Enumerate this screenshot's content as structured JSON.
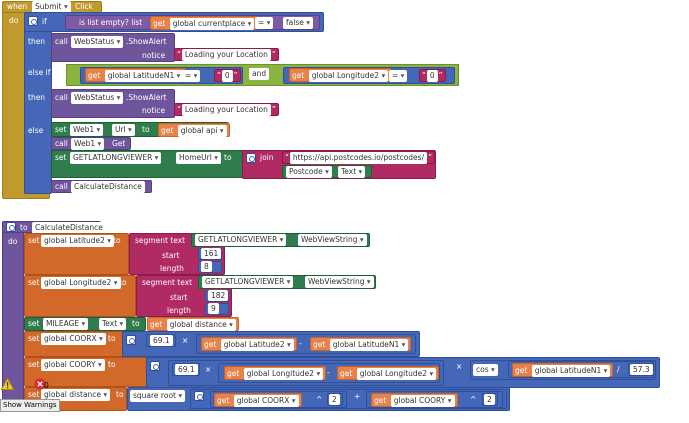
{
  "w": {
    "when": "when",
    "submit": "Submit",
    "click": "Click",
    "do": "do",
    "if": "if",
    "listempty": "is list empty?  list",
    "get": "get",
    "currentplace": "global currentplace",
    "eq": "=",
    "false": "false",
    "then": "then",
    "call": "call",
    "webstatus": "WebStatus",
    "showalert": ".ShowAlert",
    "notice": "notice",
    "loading": "Loading your Location",
    "elseif": "else if",
    "latn1": "global LatitudeN1",
    "zero": "0",
    "and": "and",
    "long2": "global Longitude2",
    "else": "else",
    "set": "set",
    "web1": "Web1",
    "url": "Url",
    "to": "to",
    "api": "global api",
    "getm": "Get",
    "viewer": "GETLATLONGVIEWER",
    "homeurl": "HomeUrl",
    "join": "join",
    "postcodesurl": "https://api.postcodes.io/postcodes/",
    "postcode": "Postcode",
    "text": "Text",
    "calcdist": "CalculateDistance"
  },
  "p": {
    "to": "to",
    "name": "CalculateDistance",
    "do": "do",
    "set": "set",
    "lat2": "global Latitude2",
    "to2": "to",
    "segment": "segment  text",
    "viewer": "GETLATLONGVIEWER",
    "wvs": "WebViewString",
    "start": "start",
    "length": "length",
    "s161": "161",
    "l8": "8",
    "long2": "global Longitude2",
    "s182": "182",
    "l9": "9",
    "mileage": "MILEAGE",
    "text": "Text",
    "get": "get",
    "distance": "global distance",
    "coorx": "global COORX",
    "m691": "69.1",
    "times": "×",
    "minus": "-",
    "latn1": "global LatitudeN1",
    "coory": "global COORY",
    "cos": "cos",
    "div": "/",
    "n573": "57.3",
    "sqrt": "square root",
    "pow": "^",
    "two": "2",
    "plus": "+"
  },
  "ui": {
    "warnings": "Show Warnings",
    "zero": "0"
  }
}
